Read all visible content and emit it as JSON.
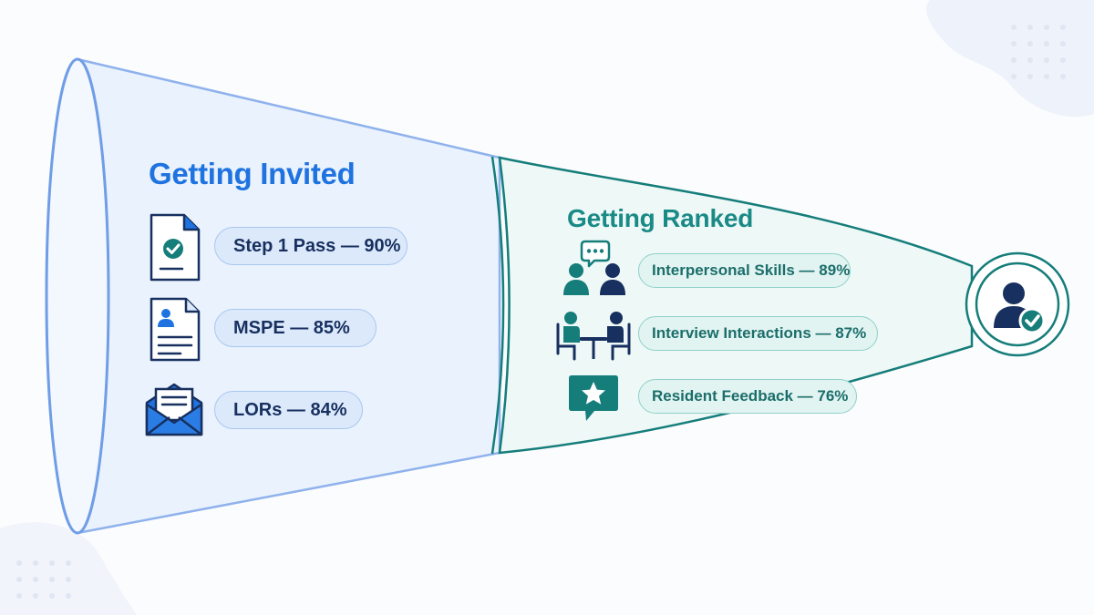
{
  "invited": {
    "title": "Getting Invited",
    "items": [
      {
        "label": "Step 1 Pass — 90%",
        "icon": "checked-document-icon"
      },
      {
        "label": "MSPE — 85%",
        "icon": "profile-document-icon"
      },
      {
        "label": "LORs — 84%",
        "icon": "letter-envelope-icon"
      }
    ]
  },
  "ranked": {
    "title": "Getting Ranked",
    "items": [
      {
        "label": "Interpersonal Skills — 89%",
        "icon": "people-chat-icon"
      },
      {
        "label": "Interview Interactions — 87%",
        "icon": "interview-table-icon"
      },
      {
        "label": "Resident Feedback — 76%",
        "icon": "star-speech-bubble-icon"
      }
    ]
  },
  "end_icon": "matched-applicant-icon",
  "colors": {
    "invited_accent": "#1f73e0",
    "ranked_accent": "#1a8a86",
    "navy": "#17305f",
    "funnel_blue": "#7ea6e8",
    "funnel_teal": "#157d7a"
  }
}
